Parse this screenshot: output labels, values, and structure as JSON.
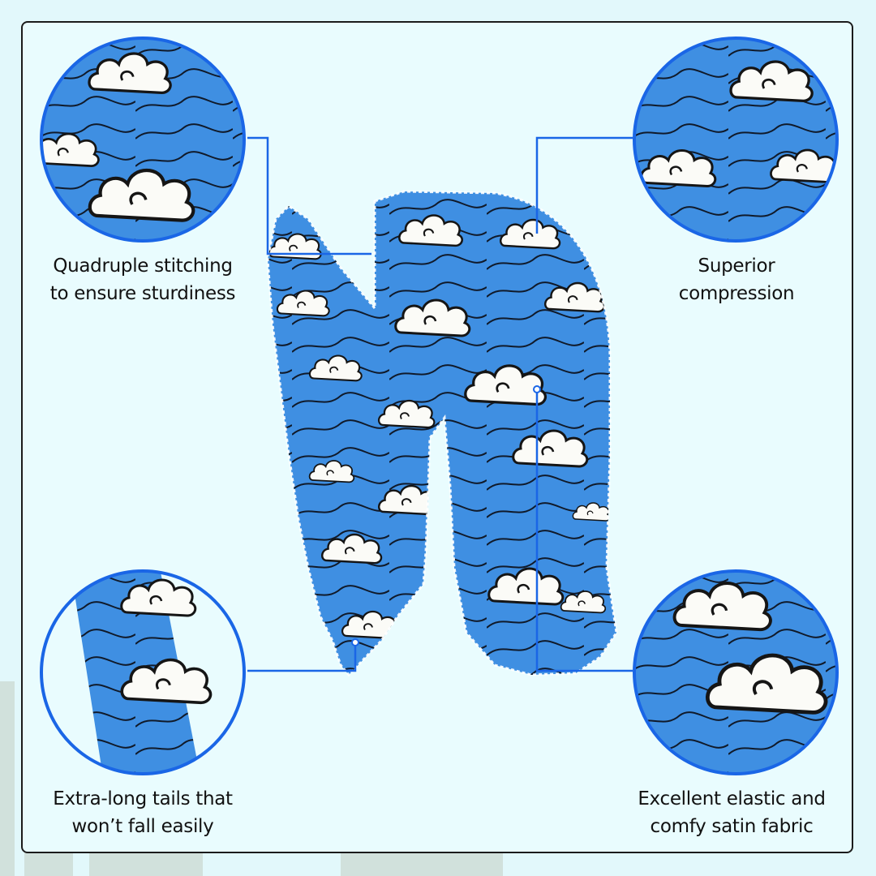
{
  "features": [
    {
      "id": "stitching",
      "line1": "Quadruple stitching",
      "line2": "to ensure sturdiness"
    },
    {
      "id": "compression",
      "line1": "Superior",
      "line2": "compression"
    },
    {
      "id": "tails",
      "line1": "Extra-long tails that",
      "line2": "won’t fall easily"
    },
    {
      "id": "fabric",
      "line1": "Excellent elastic and",
      "line2": "comfy satin fabric"
    }
  ],
  "colors": {
    "background": "#e2f8fb",
    "fabric_blue": "#3d8ee0",
    "cloud_white": "#fbfbf7",
    "accent_line": "#1a66e6",
    "watermark": "#e6dcb6"
  },
  "icons": [
    "cloud-wave-pattern",
    "durag-product",
    "brand-watermark"
  ]
}
